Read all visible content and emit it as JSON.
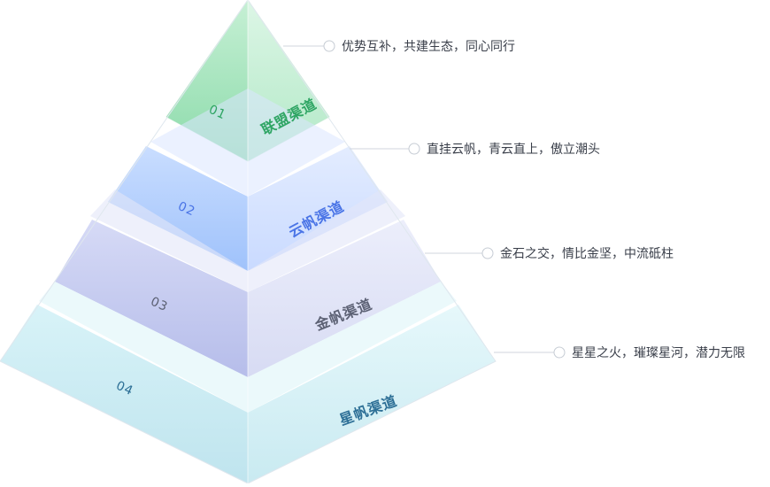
{
  "tiers": [
    {
      "number": "01",
      "label": "联盟渠道",
      "description": "优势互补，共建生态，同心同行"
    },
    {
      "number": "02",
      "label": "云帆渠道",
      "description": "直挂云帆，青云直上，傲立潮头"
    },
    {
      "number": "03",
      "label": "金帆渠道",
      "description": "金石之交，情比金坚，中流砥柱"
    },
    {
      "number": "04",
      "label": "星帆渠道",
      "description": "星星之火，璀璨星河，潜力无限"
    }
  ],
  "colors": {
    "tier1": "#7ed9a4",
    "tier2": "#a9c9ff",
    "tier3": "#c3c8f0",
    "tier4": "#c6ecf4",
    "text1": "#2fa564",
    "text2": "#4a74e6",
    "text3": "#5c6174",
    "text4": "#2d6f96"
  }
}
